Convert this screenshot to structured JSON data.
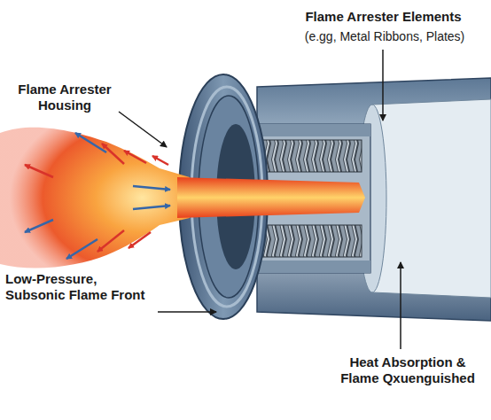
{
  "diagram": {
    "labels": [
      "Flame Arrester Elements",
      "(e.gg, Metal Ribbons, Plates)",
      "Flame Arrester Housing",
      "Low-Pressure, Subsonic Flame Front",
      "Heat Absorption & Flame Qxuenguished"
    ]
  }
}
